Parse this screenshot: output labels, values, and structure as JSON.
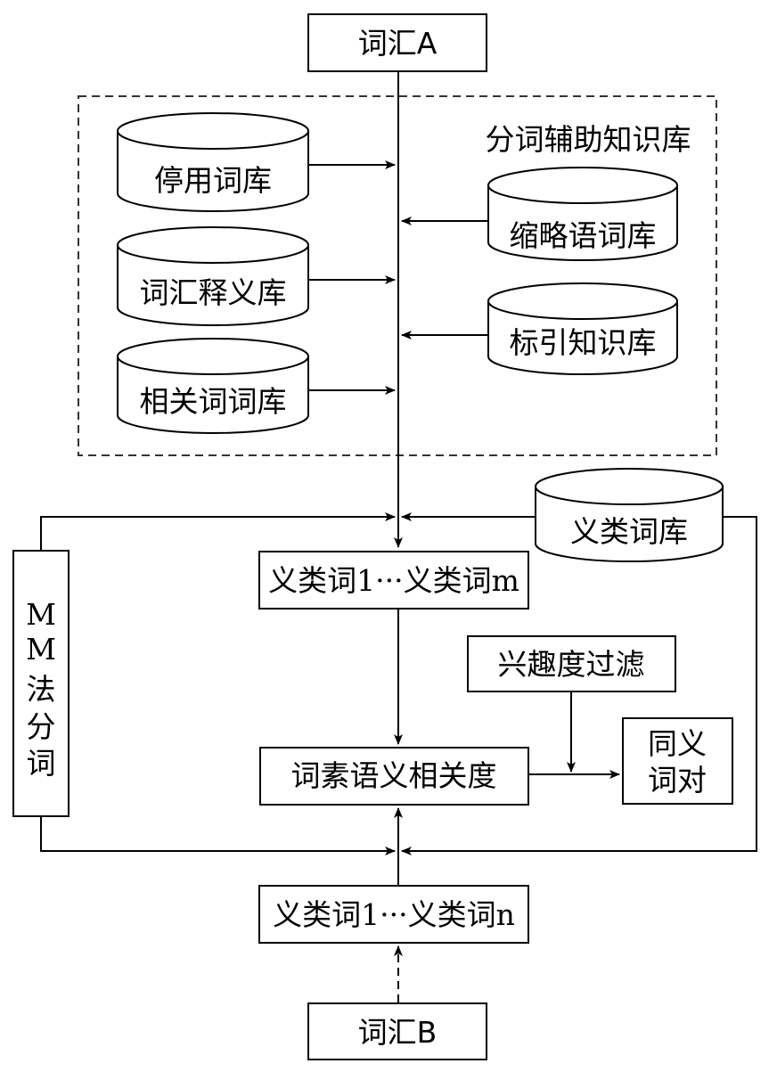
{
  "nodes": {
    "word_a": "词汇A",
    "kb_title": "分词辅助知识库",
    "stopword_db": "停用词库",
    "abbrev_db": "缩略语词库",
    "explain_db": "词汇释义库",
    "index_kb": "标引知识库",
    "related_db": "相关词词库",
    "synonym_class_db": "义类词库",
    "mm_segment_lines": [
      "M",
      "M",
      "法",
      "分",
      "词"
    ],
    "class_words_m": "义类词1···义类词m",
    "interest_filter": "兴趣度过滤",
    "morpheme_relevance": "词素语义相关度",
    "synonym_pair_lines": [
      "同义",
      "词对"
    ],
    "class_words_n": "义类词1···义类词n",
    "word_b": "词汇B"
  }
}
